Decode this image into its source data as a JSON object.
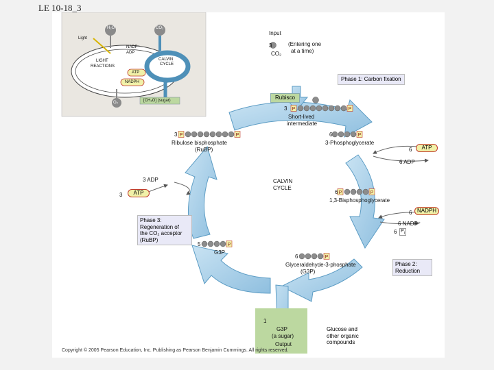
{
  "slide_title": "LE 10-18_3",
  "inset": {
    "h2o": "H₂O",
    "co2": "CO₂",
    "light": "Light",
    "nadp": "NADP⁺",
    "adp": "ADP",
    "light_reactions_1": "LIGHT",
    "light_reactions_2": "REACTIONS",
    "calvin_1": "CALVIN",
    "calvin_2": "CYCLE",
    "atp": "ATP",
    "nadph": "NADPH",
    "o2": "O₂",
    "sugar": "[CH₂O] (sugar)"
  },
  "input": {
    "label": "Input",
    "count": "3",
    "co2": "CO₂",
    "note_1": "(Entering one",
    "note_2": "at a time)"
  },
  "phase1": "Phase 1: Carbon fixation",
  "rubisco": "Rubisco",
  "short_lived": {
    "count": "3",
    "label_1": "Short-lived",
    "label_2": "intermediate"
  },
  "rubp": {
    "count": "3",
    "label_1": "Ribulose bisphosphate",
    "label_2": "(RuBP)"
  },
  "pga": {
    "count": "6",
    "label": "3-Phosphoglycerate"
  },
  "atp_in": {
    "count": "6",
    "label": "ATP"
  },
  "adp_out": "6 ADP",
  "center_1": "CALVIN",
  "center_2": "CYCLE",
  "regen_adp": "3 ADP",
  "regen_atp": {
    "count": "3",
    "label": "ATP"
  },
  "bpg": {
    "count": "6",
    "label": "1,3-Bisphosphoglycerate"
  },
  "nadph_in": {
    "count": "6",
    "label": "NADPH"
  },
  "nadp_out": "6 NADP⁺",
  "pi_out": {
    "count": "6",
    "label": "P",
    "sub": "i"
  },
  "phase3": [
    "Phase 3:",
    "Regeneration of",
    "the CO₂ acceptor",
    "(RuBP)"
  ],
  "g3p_left": {
    "count": "5",
    "label": "G3P"
  },
  "g3p_right": {
    "count": "6",
    "label_1": "Glyceraldehyde-3-phosphate",
    "label_2": "(G3P)"
  },
  "phase2": [
    "Phase 2:",
    "Reduction"
  ],
  "output": {
    "count": "1",
    "label_1": "G3P",
    "label_2": "(a sugar)",
    "label_3": "Output"
  },
  "glucose": [
    "Glucose and",
    "other organic",
    "compounds"
  ],
  "phosphate_symbol": "P",
  "copyright": "Copyright © 2005 Pearson Education, Inc. Publishing as Pearson Benjamin Cummings. All rights reserved.",
  "colors": {
    "arrow": "#a9cfe6",
    "arrow_edge": "#5c9cc4",
    "atp_fill": "#f1f1a8",
    "atp_border": "#c0392b",
    "phase_box": "#e9e9f7",
    "rubisco_box": "#bcd8a0",
    "inset_bg": "#eae7e1",
    "carbon": "#8c8c8c"
  }
}
